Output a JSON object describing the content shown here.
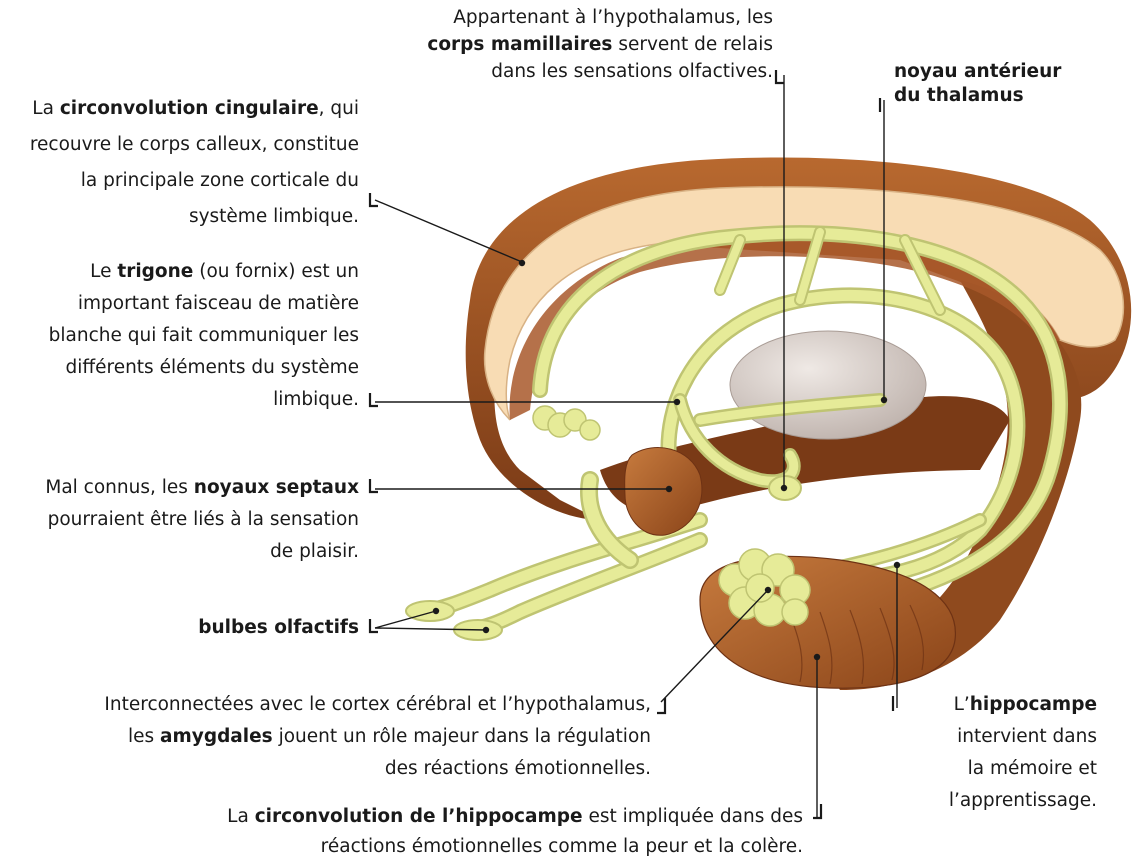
{
  "labels": {
    "corps_mamillaires": {
      "l1": "Appartenant à l’hypothalamus, les",
      "l2_bold": "corps mamillaires",
      "l2_rest": " servent de relais",
      "l3": "dans les sensations olfactives."
    },
    "noyau_anterieur": {
      "l1": "noyau antérieur",
      "l2": "du thalamus"
    },
    "circonvolution_cingulaire": {
      "l1_pre": "La ",
      "l1_bold": "circonvolution cingulaire",
      "l1_post": ", qui",
      "l2": "recouvre le corps calleux, constitue",
      "l3": "la principale zone corticale du",
      "l4": "système limbique."
    },
    "trigone": {
      "l1_pre": "Le ",
      "l1_bold": "trigone",
      "l1_post": " (ou fornix) est un",
      "l2": "important faisceau de matière",
      "l3": "blanche qui fait communiquer les",
      "l4": "différents éléments du système",
      "l5": "limbique."
    },
    "noyaux_septaux": {
      "l1_pre": "Mal connus, les ",
      "l1_bold": "noyaux septaux",
      "l2": "pourraient être liés à la sensation",
      "l3": "de plaisir."
    },
    "bulbes_olfactifs": {
      "l1": "bulbes olfactifs"
    },
    "amygdales": {
      "l1": "Interconnectées avec le cortex cérébral et l’hypothalamus,",
      "l2_pre": "les ",
      "l2_bold": "amygdales",
      "l2_post": " jouent un rôle majeur dans la régulation",
      "l3": "des réactions émotionnelles."
    },
    "hippocampe": {
      "l1_pre": "L’",
      "l1_bold": "hippocampe",
      "l2": "intervient dans",
      "l3": "la mémoire et",
      "l4": "l’apprentissage."
    },
    "circonvolution_hippocampe": {
      "l1_pre": "La ",
      "l1_bold": "circonvolution de l’hippocampe",
      "l1_post": " est impliquée dans des",
      "l2": "réactions émotionnelles comme la peur et la colère."
    }
  },
  "colors": {
    "cortex_light": "#f8dcb4",
    "cortex_brown": "#a8582a",
    "cortex_dark": "#6e3214",
    "fornix": "#e6eb98",
    "fornix_edge": "#bfc472",
    "thalamus": "#d9d1cc",
    "leader": "#1a1a1a"
  }
}
